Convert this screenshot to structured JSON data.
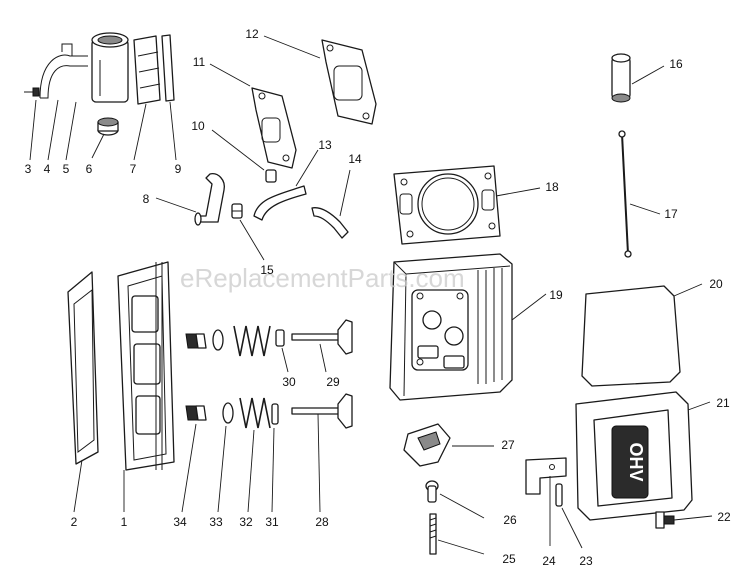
{
  "watermark": "eReplacementParts.com",
  "cover_marking": "OHV",
  "callouts": {
    "c1": "1",
    "c2": "2",
    "c3": "3",
    "c4": "4",
    "c5": "5",
    "c6": "6",
    "c7": "7",
    "c8": "8",
    "c9": "9",
    "c10": "10",
    "c11": "11",
    "c12": "12",
    "c13": "13",
    "c14": "14",
    "c15": "15",
    "c16": "16",
    "c17": "17",
    "c18": "18",
    "c19": "19",
    "c20": "20",
    "c21": "21",
    "c22": "22",
    "c23": "23",
    "c24": "24",
    "c25": "25",
    "c26": "26",
    "c27": "27",
    "c28": "28",
    "c29": "29",
    "c30": "30",
    "c31": "31",
    "c32": "32",
    "c33": "33",
    "c34": "34"
  }
}
